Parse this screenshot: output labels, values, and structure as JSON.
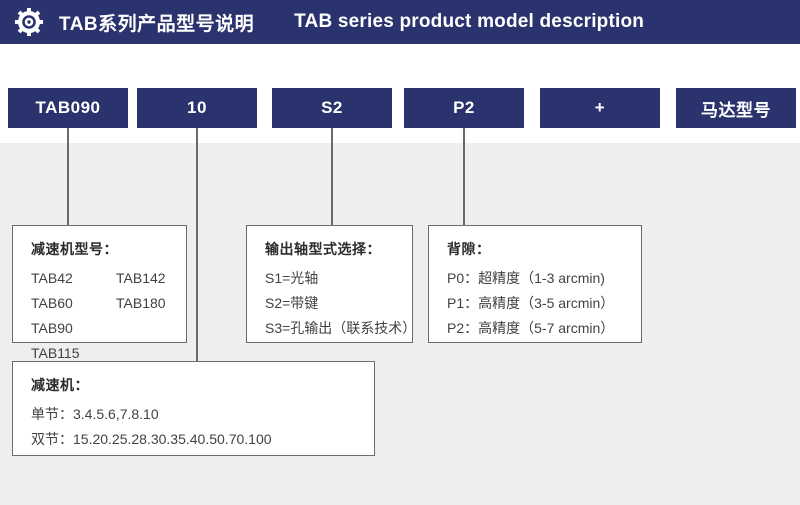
{
  "header": {
    "title_zh": "TAB系列产品型号说明",
    "title_en": "TAB series product model description"
  },
  "model_code": {
    "segments": [
      {
        "label": "TAB090"
      },
      {
        "label": "10"
      },
      {
        "label": "S2"
      },
      {
        "label": "P2"
      },
      {
        "label": "+"
      },
      {
        "label": "马达型号"
      }
    ]
  },
  "boxes": {
    "reducer_models": {
      "title": "减速机型号：",
      "col1": [
        "TAB42",
        "TAB60",
        "TAB90",
        "TAB115"
      ],
      "col2": [
        "TAB142",
        "TAB180"
      ]
    },
    "output_shaft": {
      "title": "输出轴型式选择：",
      "items": [
        "S1=光轴",
        "S2=带键",
        "S3=孔输出（联系技术）"
      ]
    },
    "backlash": {
      "title": "背隙：",
      "items": [
        "P0：超精度（1-3 arcmin)",
        "P1：高精度（3-5 arcmin）",
        "P2：高精度（5-7 arcmin）"
      ]
    },
    "reducer_ratio": {
      "title": "减速机：",
      "items": [
        "单节：3.4.5.6,7.8.10",
        "双节：15.20.25.28.30.35.40.50.70.100"
      ]
    }
  },
  "colors": {
    "navy": "#2a336e",
    "background_gray": "#efeeec",
    "box_border": "#6e6b68",
    "connector_line": "#6a6a6a",
    "text_dark": "#444240",
    "white": "#ffffff"
  }
}
